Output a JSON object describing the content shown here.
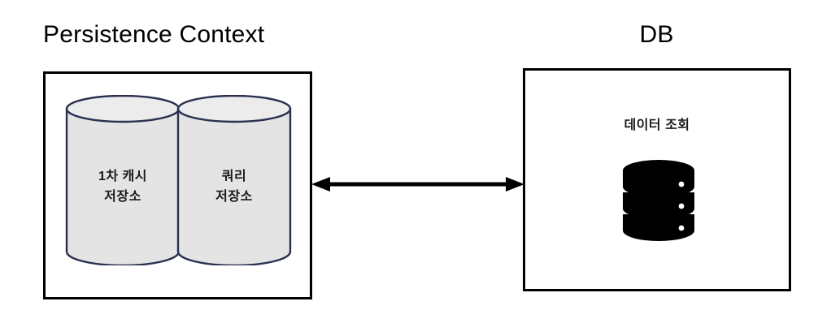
{
  "diagram": {
    "background_color": "#ffffff",
    "persistence_context": {
      "title": "Persistence Context",
      "box_border_color": "#000000",
      "stores": [
        {
          "name": "first-level-cache-store",
          "label": "1차 캐시\n저장소",
          "fill_color": "#e4e4e4",
          "stroke_color": "#2a3050"
        },
        {
          "name": "query-store",
          "label": "쿼리\n저장소",
          "fill_color": "#e4e4e4",
          "stroke_color": "#2a3050"
        }
      ]
    },
    "connector": {
      "name": "bidirectional-arrow",
      "direction": "both",
      "color": "#000000"
    },
    "database": {
      "title": "DB",
      "caption": "데이터 조회",
      "box_border_color": "#000000",
      "icon_name": "database-icon",
      "icon_color": "#000000",
      "icon_tiers": 3
    }
  }
}
